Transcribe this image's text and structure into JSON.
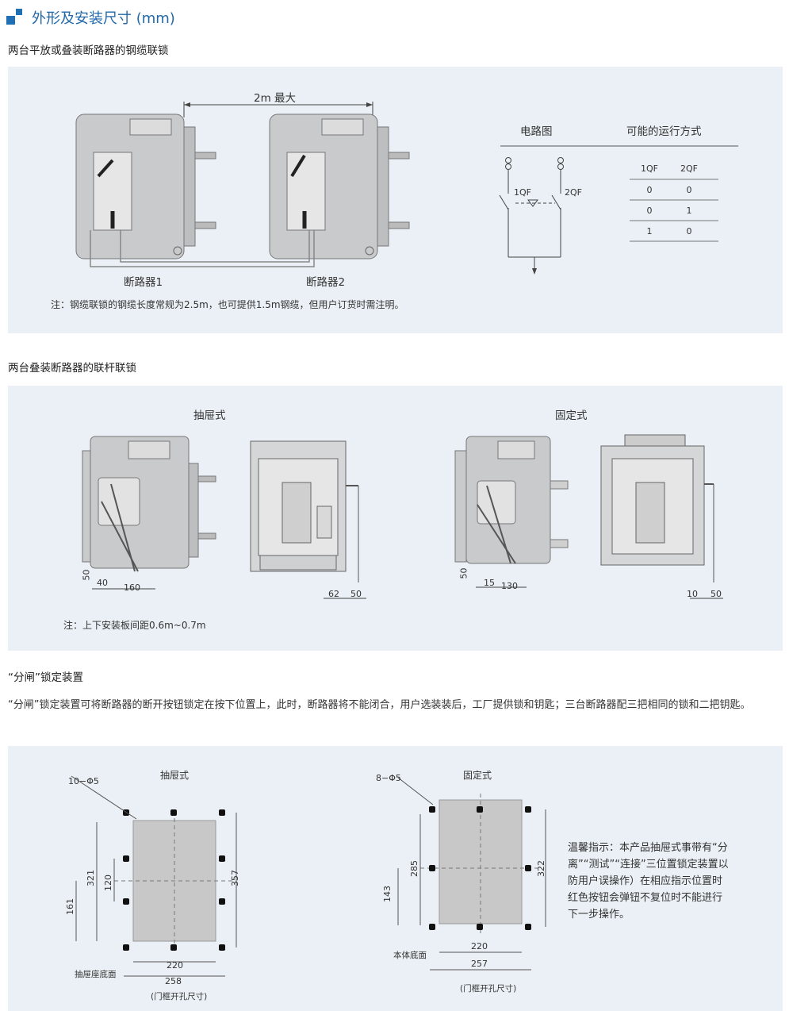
{
  "heading": "外形及安装尺寸 (mm)",
  "section1": {
    "title": "两台平放或叠装断路器的钢缆联锁",
    "distance": "2m 最大",
    "breaker1": "断路器1",
    "breaker2": "断路器2",
    "circuit_title": "电路图",
    "modes_title": "可能的运行方式",
    "qf1": "1QF",
    "qf2": "2QF",
    "table": {
      "headers": [
        "1QF",
        "2QF"
      ],
      "rows": [
        [
          "0",
          "0"
        ],
        [
          "0",
          "1"
        ],
        [
          "1",
          "0"
        ]
      ]
    },
    "note": "注：钢缆联锁的钢缆长度常规为2.5m，也可提供1.5m钢缆，但用户订货时需注明。"
  },
  "section2": {
    "title": "两台叠装断路器的联杆联锁",
    "drawout": "抽屉式",
    "fixed": "固定式",
    "dims_draw": [
      "50",
      "40",
      "160",
      "62",
      "50"
    ],
    "dims_fixed": [
      "50",
      "15",
      "130",
      "10",
      "50"
    ],
    "note": "注：上下安装板间距0.6m~0.7m"
  },
  "section3": {
    "title": "“分闸”锁定装置",
    "paragraph": "“分闸”锁定装置可将断路器的断开按钮锁定在按下位置上，此时，断路器将不能闭合，用户选装装后，工厂提供锁和钥匙；三台断路器配三把相同的锁和二把钥匙。",
    "draw_title": "抽屉式",
    "fixed_title": "固定式",
    "draw_holes": "10−Φ5",
    "fixed_holes": "8−Φ5",
    "draw_dims": [
      "321",
      "120",
      "161",
      "357",
      "220",
      "258"
    ],
    "fixed_dims": [
      "285",
      "143",
      "322",
      "220",
      "257"
    ],
    "draw_base": "抽屉座底面",
    "fixed_base": "本体底面",
    "cutout_draw": "(门框开孔尺寸)",
    "cutout_fixed": "(门框开孔尺寸)",
    "tip": "温馨指示：本产品抽屉式事带有“分离”“测试”“连接”三位置锁定装置以防用户误操作）在相应指示位置时红色按钮会弹钮不复位时不能进行下一步操作。"
  },
  "colors": {
    "accent": "#1f6fb5",
    "panel": "#eaf0f5",
    "device": "#c9cacc"
  }
}
